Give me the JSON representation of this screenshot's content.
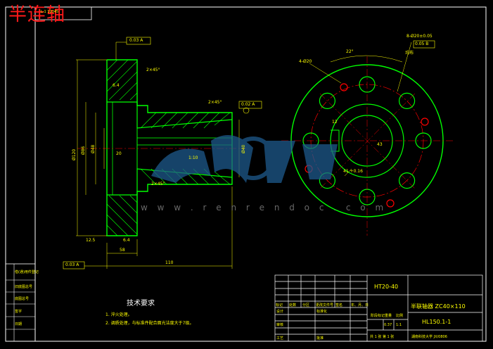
{
  "overlay_title": "半连轴",
  "drawing_number_box": "L-1 12345",
  "watermark": {
    "text": "w w w . r e n r e n d o c . c o m",
    "logo_colors": {
      "primary": "#1e5a8c"
    }
  },
  "tech_requirements": {
    "title": "技术要求",
    "items": [
      "1. 淬火处理。",
      "2. 调质处理，与标准件配合面光洁度大于7级。"
    ]
  },
  "dimensions": {
    "tol_top": "0.03 A",
    "chamfer_top": "2×45°",
    "tol_right": "0.02 A",
    "taper": "1:10",
    "chamfer_bottom": "2×45°",
    "tol_bottom": "0.03 A",
    "len_total": "110",
    "len_flange": "58",
    "len_small": "20",
    "dia_outer": "Ø120",
    "dia_1": "Ø86",
    "dia_2": "Ø48",
    "dia_3": "Ø40",
    "roughness_1": "6.4",
    "roughness_2": "12.5",
    "roughness_3": "6.4",
    "holes_label": "4-Ø20",
    "angle": "22°",
    "keyway_note_1": "8-Ø20±0.05",
    "keyway_note_2": "0.05 B",
    "keyway_note_3": "均布",
    "keyway_width": "12",
    "keyway_depth": "43",
    "keyway_tol": "41 +0.16"
  },
  "title_block": {
    "material": "HT20-40",
    "part_name": "半联轴器 ZC40×110",
    "drawing_code": "HL150.1-1",
    "headers": [
      "标记",
      "处数",
      "分区",
      "更改文件号",
      "签名",
      "年、月、日"
    ],
    "rows": [
      "设计",
      "审核",
      "工艺"
    ],
    "stage_label": "阶段标记",
    "weight_label": "重量",
    "scale_label": "比例",
    "weight_value": "0.37",
    "scale_value": "1:1",
    "sheets": "共 1 张  第 1 张",
    "company": "湖南科技大学 JX/0806",
    "standard": "标准化",
    "approve": "批准"
  },
  "left_strip_labels": [
    "借(通)用件登记",
    "旧底图总号",
    "底图总号",
    "签字",
    "日期"
  ],
  "colors": {
    "outline": "#ffffff",
    "part": "#00ff00",
    "dimension": "#ffff00",
    "center": "#ff0000",
    "overlay_title": "#ff1a1a"
  }
}
